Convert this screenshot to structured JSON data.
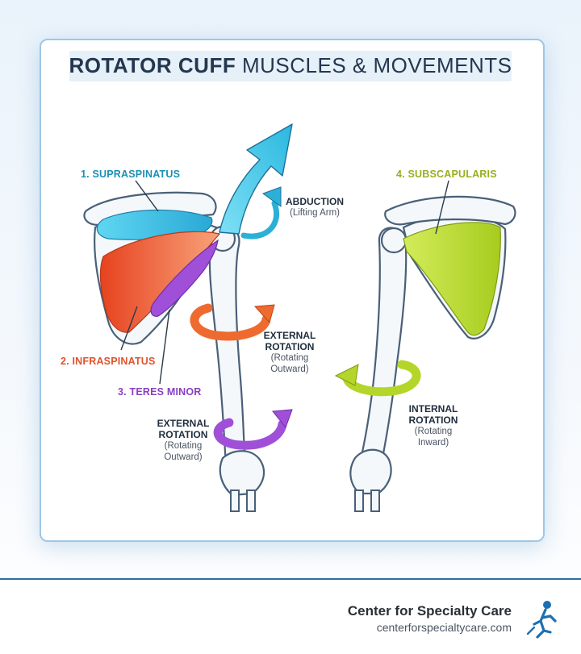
{
  "title": {
    "strong": "ROTATOR CUFF",
    "thin": "MUSCLES & MOVEMENTS"
  },
  "muscles": {
    "supraspinatus": "1. SUPRASPINATUS",
    "infraspinatus": "2. INFRASPINATUS",
    "teres_minor": "3. TERES MINOR",
    "subscapularis": "4. SUBSCAPULARIS"
  },
  "movements": {
    "abduction": {
      "heading": "ABDUCTION",
      "sub": "(Lifting Arm)"
    },
    "external_rotation_upper": {
      "heading_1": "EXTERNAL",
      "heading_2": "ROTATION",
      "sub_1": "(Rotating",
      "sub_2": "Outward)"
    },
    "external_rotation_lower": {
      "heading_1": "EXTERNAL",
      "heading_2": "ROTATION",
      "sub_1": "(Rotating",
      "sub_2": "Outward)"
    },
    "internal_rotation": {
      "heading_1": "INTERNAL",
      "heading_2": "ROTATION",
      "sub_1": "(Rotating",
      "sub_2": "Inward)"
    }
  },
  "colors": {
    "supraspinatus": "#3cc3e6",
    "infraspinatus": "#ee5a2c",
    "teres_minor": "#a050d8",
    "subscapularis": "#b4d62a",
    "bone": "#f4f8fb",
    "bone_outline": "#4a6078"
  },
  "footer": {
    "name": "Center for Specialty Care",
    "url": "centerforspecialtycare.com"
  }
}
